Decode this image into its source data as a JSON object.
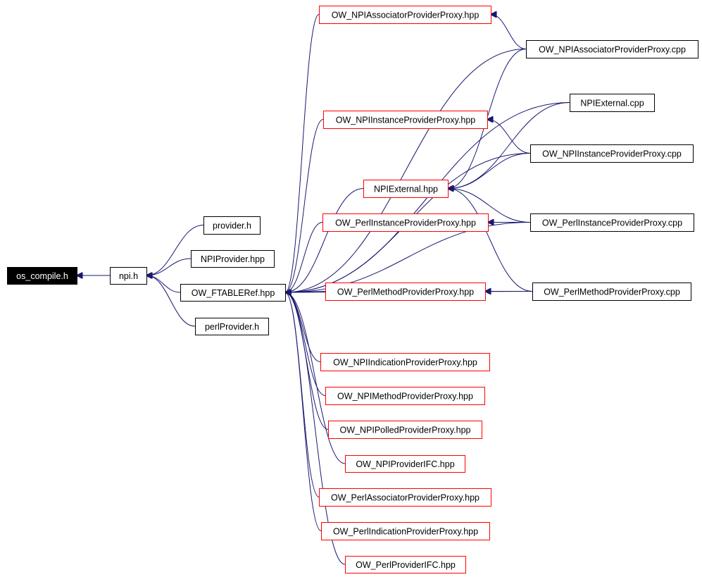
{
  "colors": {
    "edge": "#191970",
    "root_fill": "#000000",
    "root_text": "#ffffff",
    "documented_border": "#000000",
    "undocumented_border": "#ff0000",
    "node_fill": "#ffffff",
    "node_text": "#000000"
  },
  "nodes": [
    {
      "id": "os_compile",
      "label": "os_compile.h",
      "kind": "root"
    },
    {
      "id": "npi",
      "label": "npi.h",
      "kind": "documented"
    },
    {
      "id": "provider",
      "label": "provider.h",
      "kind": "documented"
    },
    {
      "id": "npiprovider",
      "label": "NPIProvider.hpp",
      "kind": "documented"
    },
    {
      "id": "ftable",
      "label": "OW_FTABLERef.hpp",
      "kind": "documented"
    },
    {
      "id": "perlprovider",
      "label": "perlProvider.h",
      "kind": "documented"
    },
    {
      "id": "npiassoc_hpp",
      "label": "OW_NPIAssociatorProviderProxy.hpp",
      "kind": "undocumented"
    },
    {
      "id": "npiassoc_cpp",
      "label": "OW_NPIAssociatorProviderProxy.cpp",
      "kind": "documented"
    },
    {
      "id": "npiext_cpp",
      "label": "NPIExternal.cpp",
      "kind": "documented"
    },
    {
      "id": "npiinst_hpp",
      "label": "OW_NPIInstanceProviderProxy.hpp",
      "kind": "undocumented"
    },
    {
      "id": "npiinst_cpp",
      "label": "OW_NPIInstanceProviderProxy.cpp",
      "kind": "documented"
    },
    {
      "id": "npiext_hpp",
      "label": "NPIExternal.hpp",
      "kind": "undocumented"
    },
    {
      "id": "perlinst_hpp",
      "label": "OW_PerlInstanceProviderProxy.hpp",
      "kind": "undocumented"
    },
    {
      "id": "perlinst_cpp",
      "label": "OW_PerlInstanceProviderProxy.cpp",
      "kind": "documented"
    },
    {
      "id": "perlmeth_hpp",
      "label": "OW_PerlMethodProviderProxy.hpp",
      "kind": "undocumented"
    },
    {
      "id": "perlmeth_cpp",
      "label": "OW_PerlMethodProviderProxy.cpp",
      "kind": "documented"
    },
    {
      "id": "npiind_hpp",
      "label": "OW_NPIIndicationProviderProxy.hpp",
      "kind": "undocumented"
    },
    {
      "id": "npimeth_hpp",
      "label": "OW_NPIMethodProviderProxy.hpp",
      "kind": "undocumented"
    },
    {
      "id": "npipoll_hpp",
      "label": "OW_NPIPolledProviderProxy.hpp",
      "kind": "undocumented"
    },
    {
      "id": "npiifc_hpp",
      "label": "OW_NPIProviderIFC.hpp",
      "kind": "undocumented"
    },
    {
      "id": "perlassoc_hpp",
      "label": "OW_PerlAssociatorProviderProxy.hpp",
      "kind": "undocumented"
    },
    {
      "id": "perlind_hpp",
      "label": "OW_PerlIndicationProviderProxy.hpp",
      "kind": "undocumented"
    },
    {
      "id": "perlifc_hpp",
      "label": "OW_PerlProviderIFC.hpp",
      "kind": "undocumented"
    }
  ],
  "edges": [
    {
      "from": "npi",
      "to": "os_compile"
    },
    {
      "from": "provider",
      "to": "npi"
    },
    {
      "from": "npiprovider",
      "to": "npi"
    },
    {
      "from": "ftable",
      "to": "npi"
    },
    {
      "from": "perlprovider",
      "to": "npi"
    },
    {
      "from": "npiassoc_hpp",
      "to": "ftable"
    },
    {
      "from": "npiassoc_cpp",
      "to": "ftable"
    },
    {
      "from": "npiext_cpp",
      "to": "ftable"
    },
    {
      "from": "npiinst_hpp",
      "to": "ftable"
    },
    {
      "from": "npiinst_cpp",
      "to": "ftable"
    },
    {
      "from": "npiext_hpp",
      "to": "ftable"
    },
    {
      "from": "perlinst_hpp",
      "to": "ftable"
    },
    {
      "from": "perlinst_cpp",
      "to": "ftable"
    },
    {
      "from": "perlmeth_hpp",
      "to": "ftable"
    },
    {
      "from": "perlmeth_cpp",
      "to": "ftable"
    },
    {
      "from": "npiind_hpp",
      "to": "ftable"
    },
    {
      "from": "npimeth_hpp",
      "to": "ftable"
    },
    {
      "from": "npipoll_hpp",
      "to": "ftable"
    },
    {
      "from": "npiifc_hpp",
      "to": "ftable"
    },
    {
      "from": "perlassoc_hpp",
      "to": "ftable"
    },
    {
      "from": "perlind_hpp",
      "to": "ftable"
    },
    {
      "from": "perlifc_hpp",
      "to": "ftable"
    },
    {
      "from": "npiassoc_cpp",
      "to": "npiassoc_hpp"
    },
    {
      "from": "npiassoc_cpp",
      "to": "npiext_hpp"
    },
    {
      "from": "npiext_cpp",
      "to": "npiext_hpp"
    },
    {
      "from": "npiinst_cpp",
      "to": "npiinst_hpp"
    },
    {
      "from": "npiinst_cpp",
      "to": "npiext_hpp"
    },
    {
      "from": "perlinst_cpp",
      "to": "npiext_hpp"
    },
    {
      "from": "perlinst_cpp",
      "to": "perlinst_hpp"
    },
    {
      "from": "perlmeth_cpp",
      "to": "npiext_hpp"
    },
    {
      "from": "perlmeth_cpp",
      "to": "perlmeth_hpp"
    }
  ]
}
